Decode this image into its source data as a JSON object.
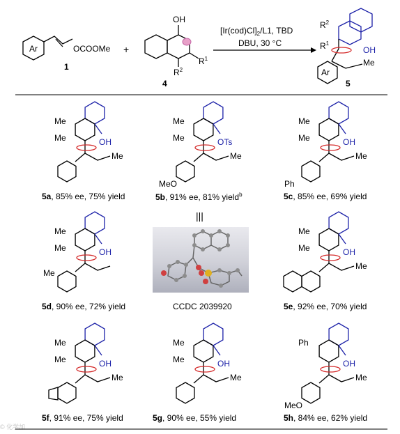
{
  "scheme": {
    "reagent1": {
      "substituent": "Ar",
      "group": "OCOOMe",
      "label": "1"
    },
    "plus": "+",
    "reagent2": {
      "oh": "OH",
      "r1": "R",
      "r1_sup": "1",
      "r2": "R",
      "r2_sup": "2",
      "label": "4"
    },
    "conditions_line1_a": "[Ir(cod)Cl]",
    "conditions_line1_sub": "2",
    "conditions_line1_b": "/L1, TBD",
    "conditions_line2": "DBU, 30 °C",
    "product": {
      "r2": "R",
      "r2_sup": "2",
      "r1": "R",
      "r1_sup": "1",
      "oh": "OH",
      "me": "Me",
      "ar": "Ar",
      "label": "5"
    }
  },
  "compounds": [
    {
      "id": "5a",
      "rest": ", 85% ee, 75% yield",
      "r_top": "Me",
      "r_bot": "Me",
      "oh": "OH",
      "vinyl_me": "Me",
      "aryl": "phenyl",
      "aryl_sub": ""
    },
    {
      "id": "5b",
      "rest": ", 91% ee, 81% yield",
      "note": "b",
      "r_top": "Me",
      "r_bot": "Me",
      "oh": "OTs",
      "vinyl_me": "Me",
      "aryl": "4-methoxyphenyl",
      "aryl_sub": "MeO"
    },
    {
      "id": "5c",
      "rest": ", 85% ee, 69% yield",
      "r_top": "Me",
      "r_bot": "Me",
      "oh": "OH",
      "vinyl_me": "Me",
      "aryl": "4-biphenyl",
      "aryl_sub": "Ph"
    },
    {
      "id": "5d",
      "rest": ", 90% ee, 72% yield",
      "r_top": "Me",
      "r_bot": "Me",
      "oh": "OH",
      "vinyl_me": "",
      "aryl": "3-methylphenyl",
      "aryl_sub": "Me"
    },
    {
      "id": "5e",
      "rest": ", 92% ee, 70% yield",
      "r_top": "Me",
      "r_bot": "Me",
      "oh": "OH",
      "vinyl_me": "Me",
      "aryl": "2-naphthyl",
      "aryl_sub": ""
    },
    {
      "id": "5f",
      "rest": ", 91% ee, 75% yield",
      "r_top": "Me",
      "r_bot": "Me",
      "oh": "OH",
      "vinyl_me": "Me",
      "aryl": "benzodioxolyl",
      "aryl_sub": ""
    },
    {
      "id": "5g",
      "rest": ", 90% ee, 55% yield",
      "r_top": "Me",
      "r_bot": "Me",
      "oh": "OH",
      "vinyl_me": "Me",
      "aryl": "2-furyl",
      "aryl_sub": ""
    },
    {
      "id": "5h",
      "rest": ", 84% ee, 62% yield",
      "r_top": "Ph",
      "r_bot": "",
      "oh": "OH",
      "vinyl_me": "Me",
      "aryl": "4-methoxyphenyl",
      "aryl_sub": "MeO"
    }
  ],
  "xray": {
    "equiv": "|||",
    "caption": "CCDC 2039920"
  },
  "watermark": "© 化学加",
  "colors": {
    "naphthol_ring": "#1c21a8",
    "axis_arrow": "#d42b2b",
    "text": "#000000",
    "ellipse": "#e8a0c8"
  }
}
